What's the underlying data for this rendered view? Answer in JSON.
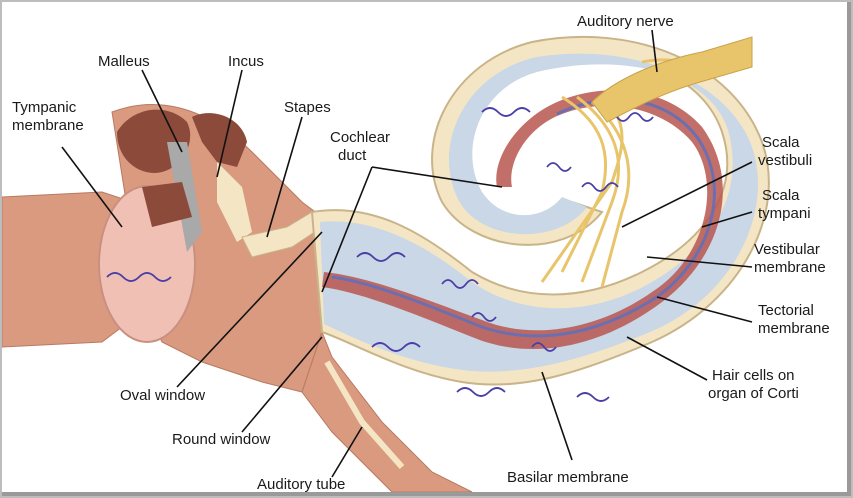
{
  "labels": {
    "auditory_nerve": "Auditory nerve",
    "malleus": "Malleus",
    "incus": "Incus",
    "tympanic_1": "Tympanic",
    "tympanic_2": "membrane",
    "stapes": "Stapes",
    "cochlear_1": "Cochlear",
    "cochlear_2": "duct",
    "scala_vestibuli_1": "Scala",
    "scala_vestibuli_2": "vestibuli",
    "scala_tympani_1": "Scala",
    "scala_tympani_2": "tympani",
    "vestibular_1": "Vestibular",
    "vestibular_2": "membrane",
    "tectorial_1": "Tectorial",
    "tectorial_2": "membrane",
    "hair_cells_1": "Hair cells on",
    "hair_cells_2": "organ of Corti",
    "oval_window": "Oval window",
    "round_window": "Round window",
    "auditory_tube": "Auditory tube",
    "basilar_membrane": "Basilar membrane"
  },
  "colors": {
    "fluid": "#c9d7e6",
    "tissue": "#d99a80",
    "bone": "#f4e6c4",
    "dark_bone": "#8b4a3a",
    "duct": "#b8564f",
    "nerve": "#e8c46a",
    "wave": "#4a3fa6"
  }
}
